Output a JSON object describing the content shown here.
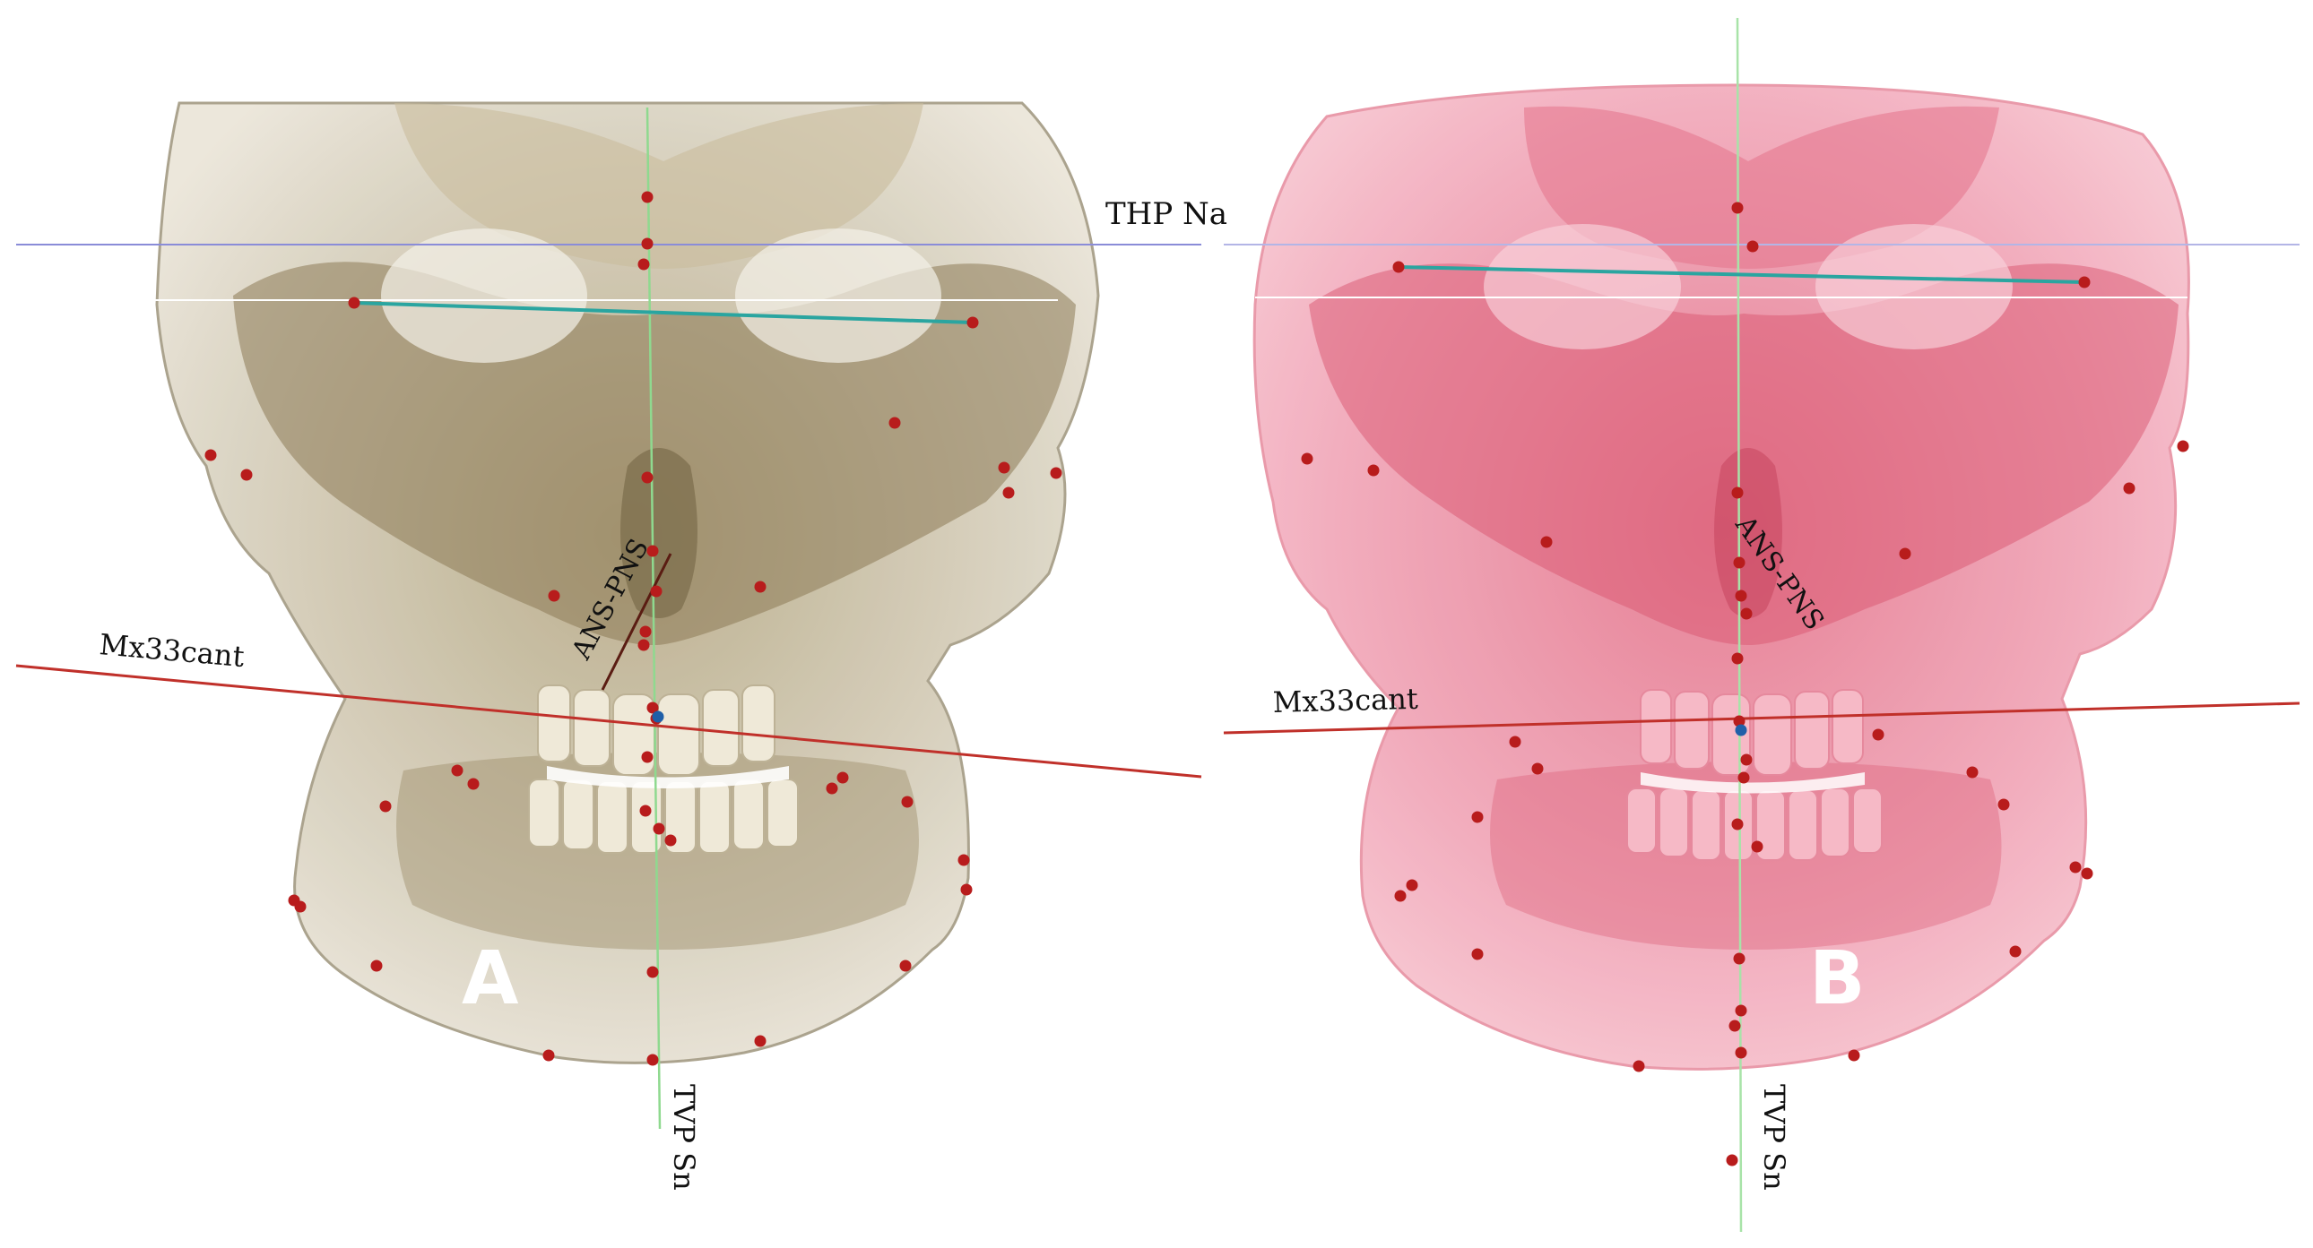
{
  "labels": {
    "thp": "THP Na",
    "mx_left": "Mx33cant",
    "mx_right": "Mx33cant",
    "ans_left": "ANS-PNS",
    "ans_right": "ANS-PNS",
    "tvp_left": "TVP Sn",
    "tvp_right": "TVP Sn"
  },
  "panels": {
    "left": "A",
    "right": "B"
  },
  "colors": {
    "skull_left": "#d6cfbc",
    "skull_left_inner": "#8c7a55",
    "skull_right": "#f0a8b6",
    "skull_right_inner": "#d9566f",
    "landmark": "#b81c1c",
    "landmark_blue": "#1f5fa8",
    "thp_line": "#8a8cd8",
    "tvp_line": "#8fd98f",
    "mx_line": "#c0302a",
    "orbital_line": "#2aa5a0"
  }
}
